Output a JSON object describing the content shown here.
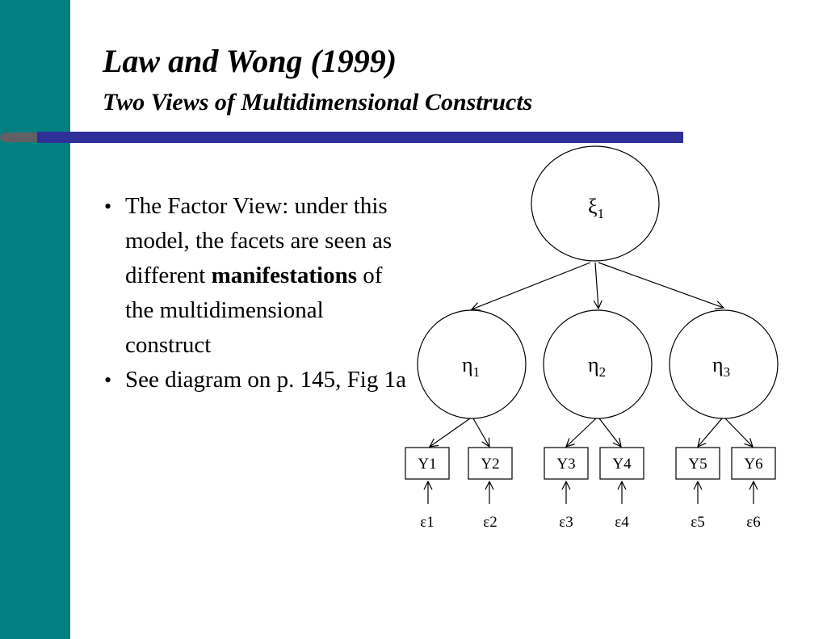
{
  "slide": {
    "title": "Law and Wong (1999)",
    "subtitle": "Two Views of Multidimensional Constructs",
    "colors": {
      "sidebar": "#008080",
      "rule": "#2f2f9a",
      "rule_stub": "#606066"
    }
  },
  "bullets": [
    {
      "marker": "•",
      "parts": [
        "The Factor View: under this model, the facets are seen as different ",
        "manifestations",
        " of the multidimensional construct"
      ]
    },
    {
      "marker": "•",
      "text": "See diagram on p. 145, Fig 1a"
    }
  ],
  "diagram": {
    "latent": {
      "symbol": "ξ",
      "index": "1"
    },
    "factors": [
      {
        "symbol": "η",
        "index": "1"
      },
      {
        "symbol": "η",
        "index": "2"
      },
      {
        "symbol": "η",
        "index": "3"
      }
    ],
    "indicators": [
      "Y1",
      "Y2",
      "Y3",
      "Y4",
      "Y5",
      "Y6"
    ],
    "errors": [
      "ε1",
      "ε2",
      "ε3",
      "ε4",
      "ε5",
      "ε6"
    ]
  }
}
